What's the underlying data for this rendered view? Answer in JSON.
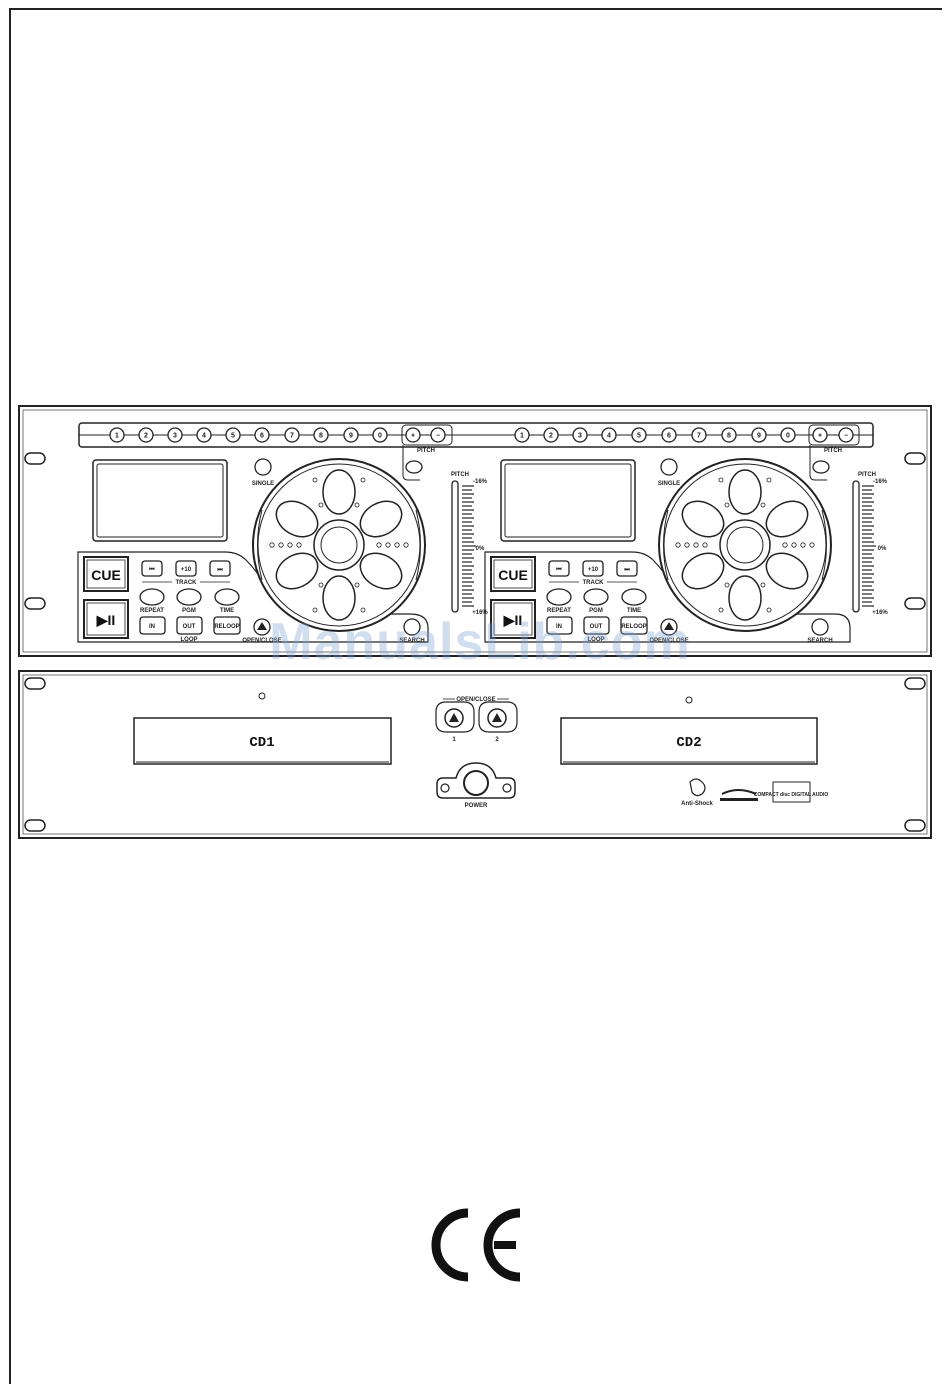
{
  "watermark": "ManualsLib.com",
  "player_units": [
    {
      "id": "left",
      "track_buttons": [
        "1",
        "2",
        "3",
        "4",
        "5",
        "6",
        "7",
        "8",
        "9",
        "0"
      ],
      "pitch_bend": {
        "plus": "+",
        "minus": "−",
        "label": "PITCH"
      },
      "single_label": "SINGLE",
      "cue_label": "CUE",
      "play_pause_label": "▶II",
      "track_label": "TRACK",
      "track_buttons_small": [
        "⏮",
        "+10",
        "⏭"
      ],
      "row_labels": [
        "REPEAT",
        "PGM",
        "TIME"
      ],
      "loop_buttons": [
        "IN",
        "OUT",
        "RELOOP"
      ],
      "loop_label": "LOOP",
      "open_close_label": "OPEN/CLOSE",
      "search_label": "SEARCH",
      "pitch_label": "PITCH",
      "pitch_scale": [
        "-16%",
        "0%",
        "+16%"
      ]
    },
    {
      "id": "right",
      "track_buttons": [
        "1",
        "2",
        "3",
        "4",
        "5",
        "6",
        "7",
        "8",
        "9",
        "0"
      ],
      "pitch_bend": {
        "plus": "+",
        "minus": "−",
        "label": "PITCH"
      },
      "single_label": "SINGLE",
      "cue_label": "CUE",
      "play_pause_label": "▶II",
      "track_label": "TRACK",
      "track_buttons_small": [
        "⏮",
        "+10",
        "⏭"
      ],
      "row_labels": [
        "REPEAT",
        "PGM",
        "TIME"
      ],
      "loop_buttons": [
        "IN",
        "OUT",
        "RELOOP"
      ],
      "loop_label": "LOOP",
      "open_close_label": "OPEN/CLOSE",
      "search_label": "SEARCH",
      "pitch_label": "PITCH",
      "pitch_scale": [
        "-16%",
        "0%",
        "+16%"
      ]
    }
  ],
  "drive_unit": {
    "tray1_label": "CD1",
    "tray2_label": "CD2",
    "open_close_label": "OPEN/CLOSE",
    "eject_numbers": [
      "1",
      "2"
    ],
    "power_label": "POWER",
    "logos": [
      "Anti-Shock",
      "COMPACT disc DIGITAL AUDIO"
    ]
  },
  "ce_mark": "CE"
}
